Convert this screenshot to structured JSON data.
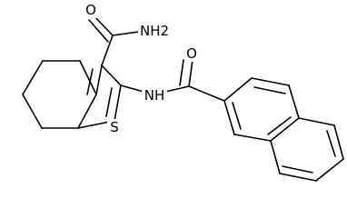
{
  "molecule": {
    "atoms": {
      "amide_oxygen_top": "O",
      "amide_nitrogen": "NH2",
      "bridge_nitrogen": "NH",
      "ring_sulfur": "S",
      "carbonyl_oxygen_right": "O"
    }
  },
  "colors": {
    "background": "#ffffff",
    "bond": "#000000",
    "label": "#000000"
  }
}
